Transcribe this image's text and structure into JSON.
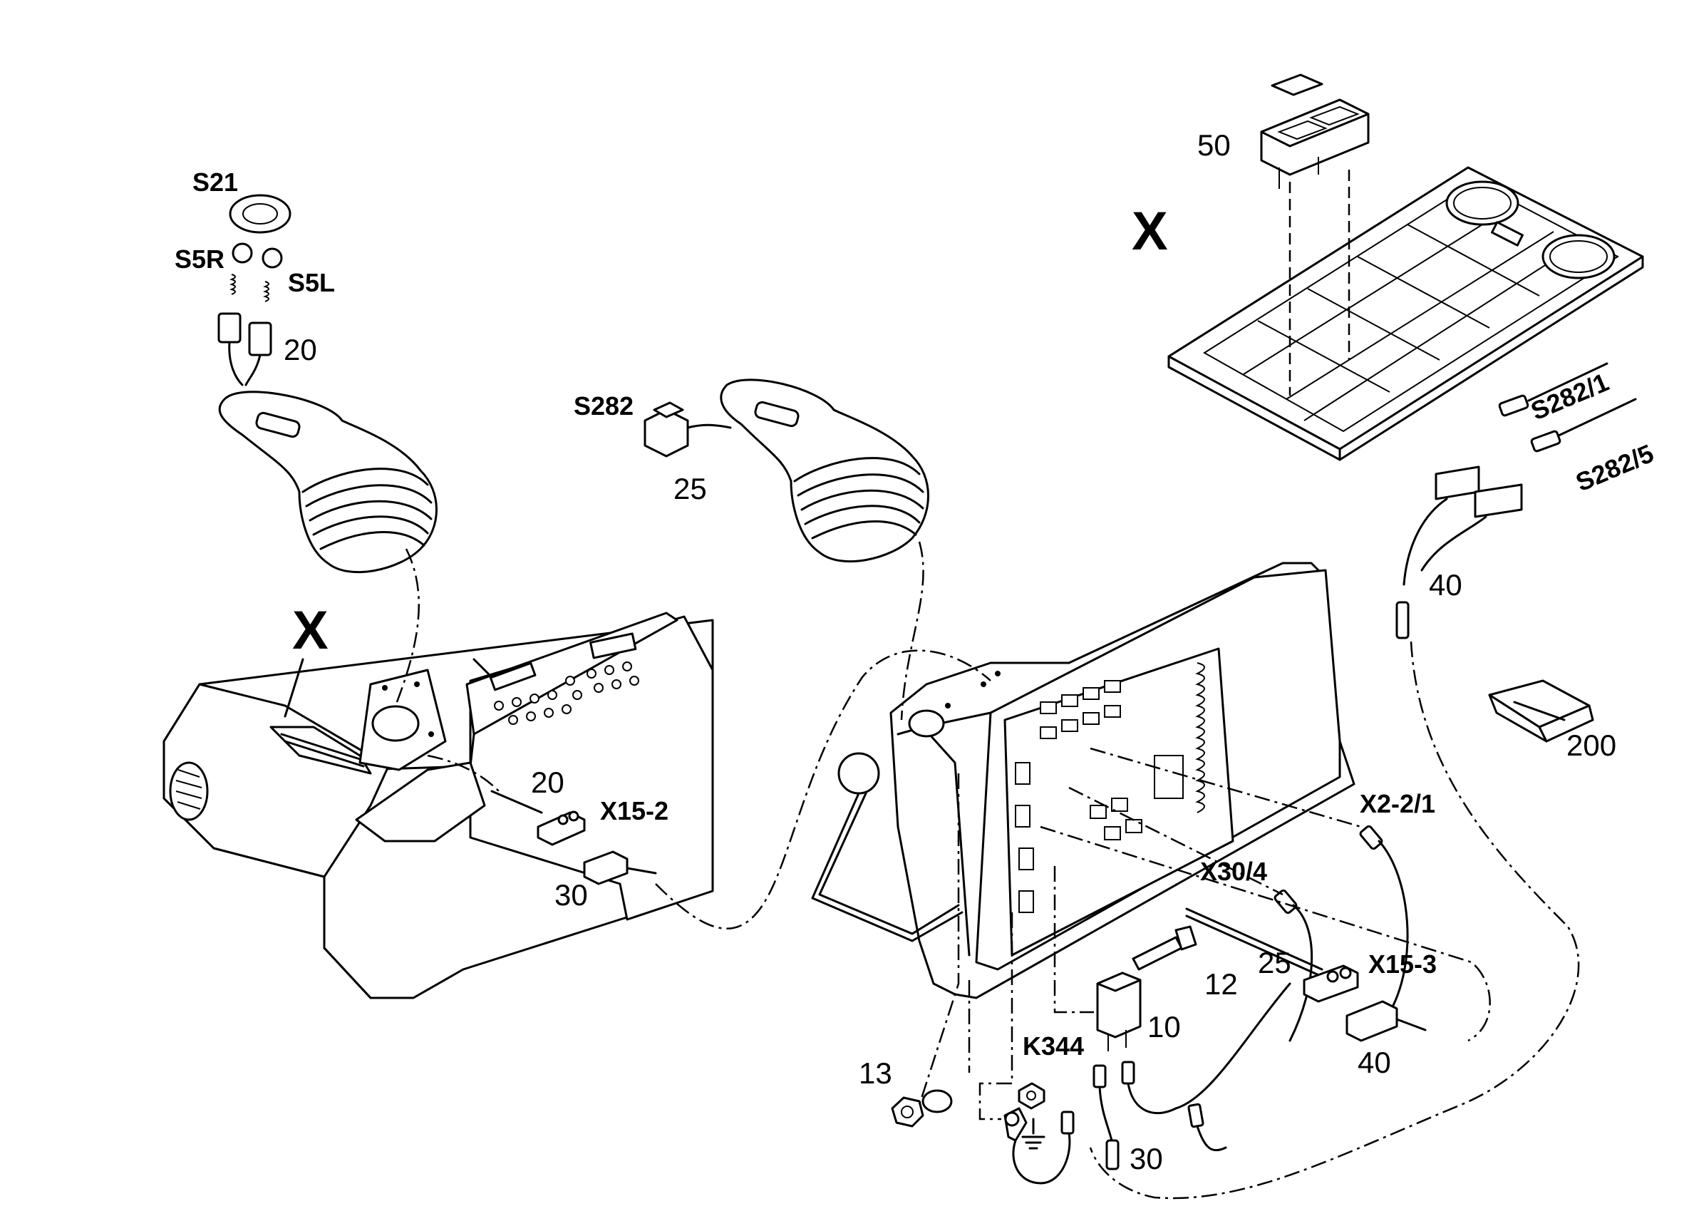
{
  "labels": {
    "s21": "S21",
    "s5r": "S5R",
    "s5l": "S5L",
    "n20_top": "20",
    "s282": "S282",
    "n25_top": "25",
    "n50": "50",
    "x_top": "X",
    "x_left": "X",
    "s282_1": "S282/1",
    "s282_5": "S282/5",
    "n40_right": "40",
    "n200": "200",
    "n20_mid": "20",
    "x15_2": "X15-2",
    "n30_left": "30",
    "x2_2_1": "X2-2/1",
    "x30_4": "X30/4",
    "n12": "12",
    "n25_bottom": "25",
    "x15_3": "X15-3",
    "n10": "10",
    "k344": "K344",
    "n40_bottom": "40",
    "n13": "13",
    "n30_bottom": "30"
  }
}
